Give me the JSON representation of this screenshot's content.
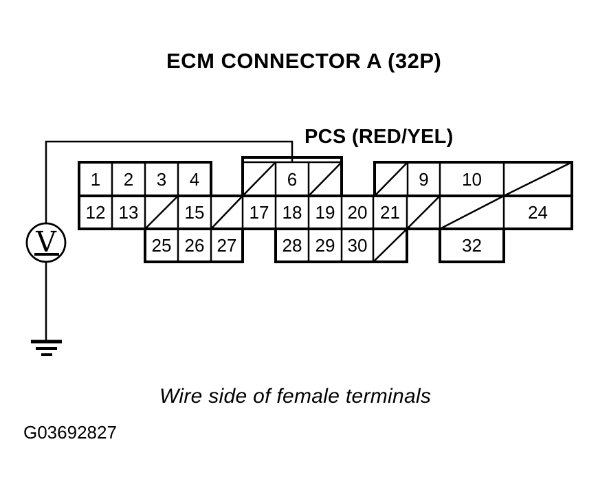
{
  "diagram": {
    "title": "ECM CONNECTOR A (32P)",
    "wire_label": "PCS (RED/YEL)",
    "caption": "Wire side of female terminals",
    "figure_id": "G03692827",
    "meter": {
      "type": "voltmeter",
      "symbol": "V"
    },
    "pins": {
      "p1": "1",
      "p2": "2",
      "p3": "3",
      "p4": "4",
      "p6": "6",
      "p9": "9",
      "p10": "10",
      "p12": "12",
      "p13": "13",
      "p15": "15",
      "p17": "17",
      "p18": "18",
      "p19": "19",
      "p20": "20",
      "p21": "21",
      "p24": "24",
      "p25": "25",
      "p26": "26",
      "p27": "27",
      "p28": "28",
      "p29": "29",
      "p30": "30",
      "p32": "32"
    },
    "crossed_pins": [
      5,
      7,
      8,
      11,
      14,
      16,
      22,
      23,
      31
    ],
    "colors": {
      "line": "#000000",
      "background": "#ffffff"
    }
  }
}
